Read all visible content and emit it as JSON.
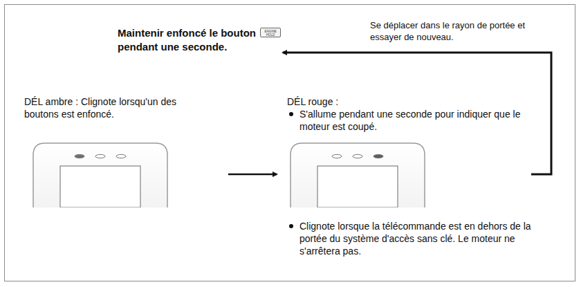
{
  "diagram": {
    "nodes": [
      {
        "text": [
          "Maintenir enfoncé le bouton",
          "pendant une seconde."
        ]
      },
      {
        "text": [
          "DÉL ambre : Clignote lorsqu'un des boutons est enfoncé."
        ]
      },
      {
        "text": [
          "DÉL rouge :",
          "S'allume pendant une seconde pour indiquer que le moteur est coupé.",
          "Clignote lorsque la télécommande est en dehors de la portée du système d'accès sans clé. Le moteur ne s'arrêtera pas."
        ]
      }
    ],
    "edges": [
      {
        "from": 1,
        "to": 2,
        "arrow": "to"
      },
      {
        "from": 2,
        "to": 0,
        "label": "Se déplacer dans le rayon de portée et essayer de nouveau.",
        "arrow": "to"
      }
    ],
    "labels": [
      "ENGINE HOLD"
    ]
  }
}
